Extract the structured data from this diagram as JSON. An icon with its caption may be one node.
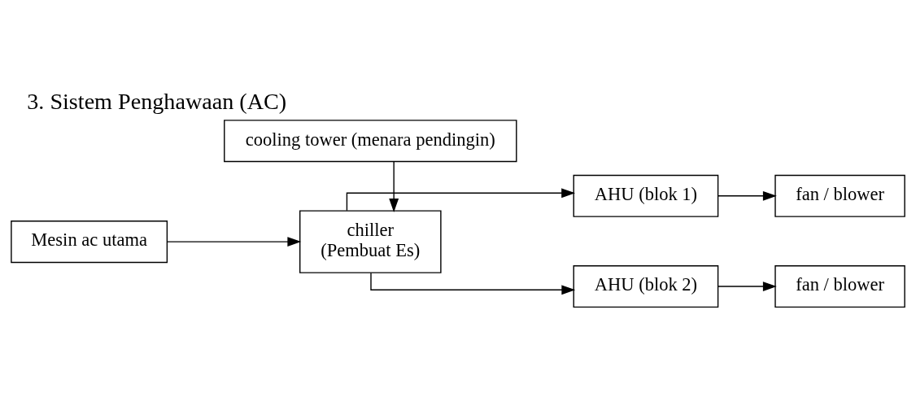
{
  "diagram": {
    "title": "3. Sistem Penghawaan (AC)",
    "nodes": [
      {
        "text": [
          "cooling tower (menara pendingin)"
        ]
      },
      {
        "text": [
          "Mesin ac utama"
        ]
      },
      {
        "text": [
          "chiller",
          "(Pembuat Es)"
        ]
      },
      {
        "text": [
          "AHU (blok 1)"
        ]
      },
      {
        "text": [
          "fan / blower"
        ]
      },
      {
        "text": [
          "AHU (blok 2)"
        ]
      },
      {
        "text": [
          "fan / blower"
        ]
      }
    ],
    "edges": [
      {
        "from": 0,
        "to": 2,
        "arrow": "to"
      },
      {
        "from": 1,
        "to": 2,
        "arrow": "to"
      },
      {
        "from": 2,
        "to": 3,
        "arrow": "to"
      },
      {
        "from": 2,
        "to": 5,
        "arrow": "to"
      },
      {
        "from": 3,
        "to": 4,
        "arrow": "to"
      },
      {
        "from": 5,
        "to": 6,
        "arrow": "to"
      }
    ]
  }
}
